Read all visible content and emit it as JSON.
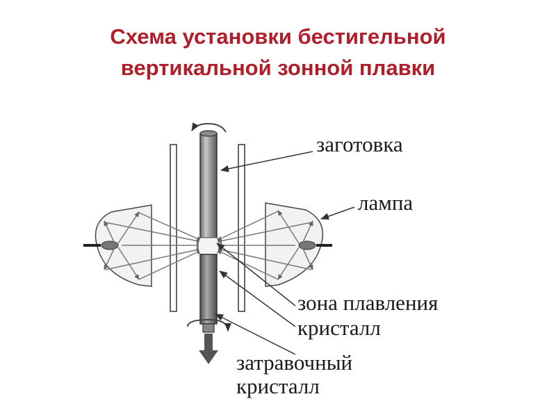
{
  "title": {
    "line1": "Схема установки бестигельной",
    "line2": "вертикальной зонной плавки"
  },
  "labels": {
    "blank": "заготовка",
    "lamp": "лампа",
    "melt_zone": "зона плавления",
    "crystal": "кристалл",
    "seed_line1": "затравочный",
    "seed_line2": "кристалл"
  },
  "colors": {
    "title": "#b01e2a",
    "line": "#333333"
  }
}
